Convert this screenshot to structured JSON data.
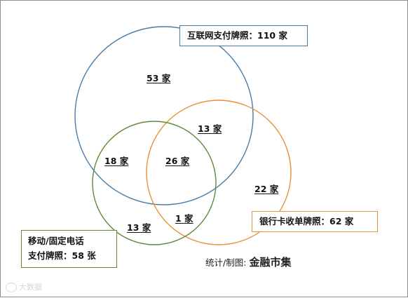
{
  "sets": {
    "internet": {
      "label": "互联网支付牌照：110 家",
      "color": "#4a7ca8"
    },
    "bank": {
      "label": "银行卡收单牌照：62 家",
      "color": "#e8913a"
    },
    "mobile": {
      "label_line1": "移动/固定电话",
      "label_line2": "支付牌照：58 张",
      "color": "#5e8a3a"
    }
  },
  "regions": {
    "internet_only": "53 家",
    "internet_bank": "13 家",
    "internet_mobile": "18 家",
    "all_three": "26 家",
    "bank_only": "22 家",
    "bank_mobile": "1 家",
    "mobile_only": "13 家"
  },
  "source": {
    "prefix": "统计/制图:",
    "name": "金融市集"
  },
  "watermark": {
    "text": "大数据"
  }
}
